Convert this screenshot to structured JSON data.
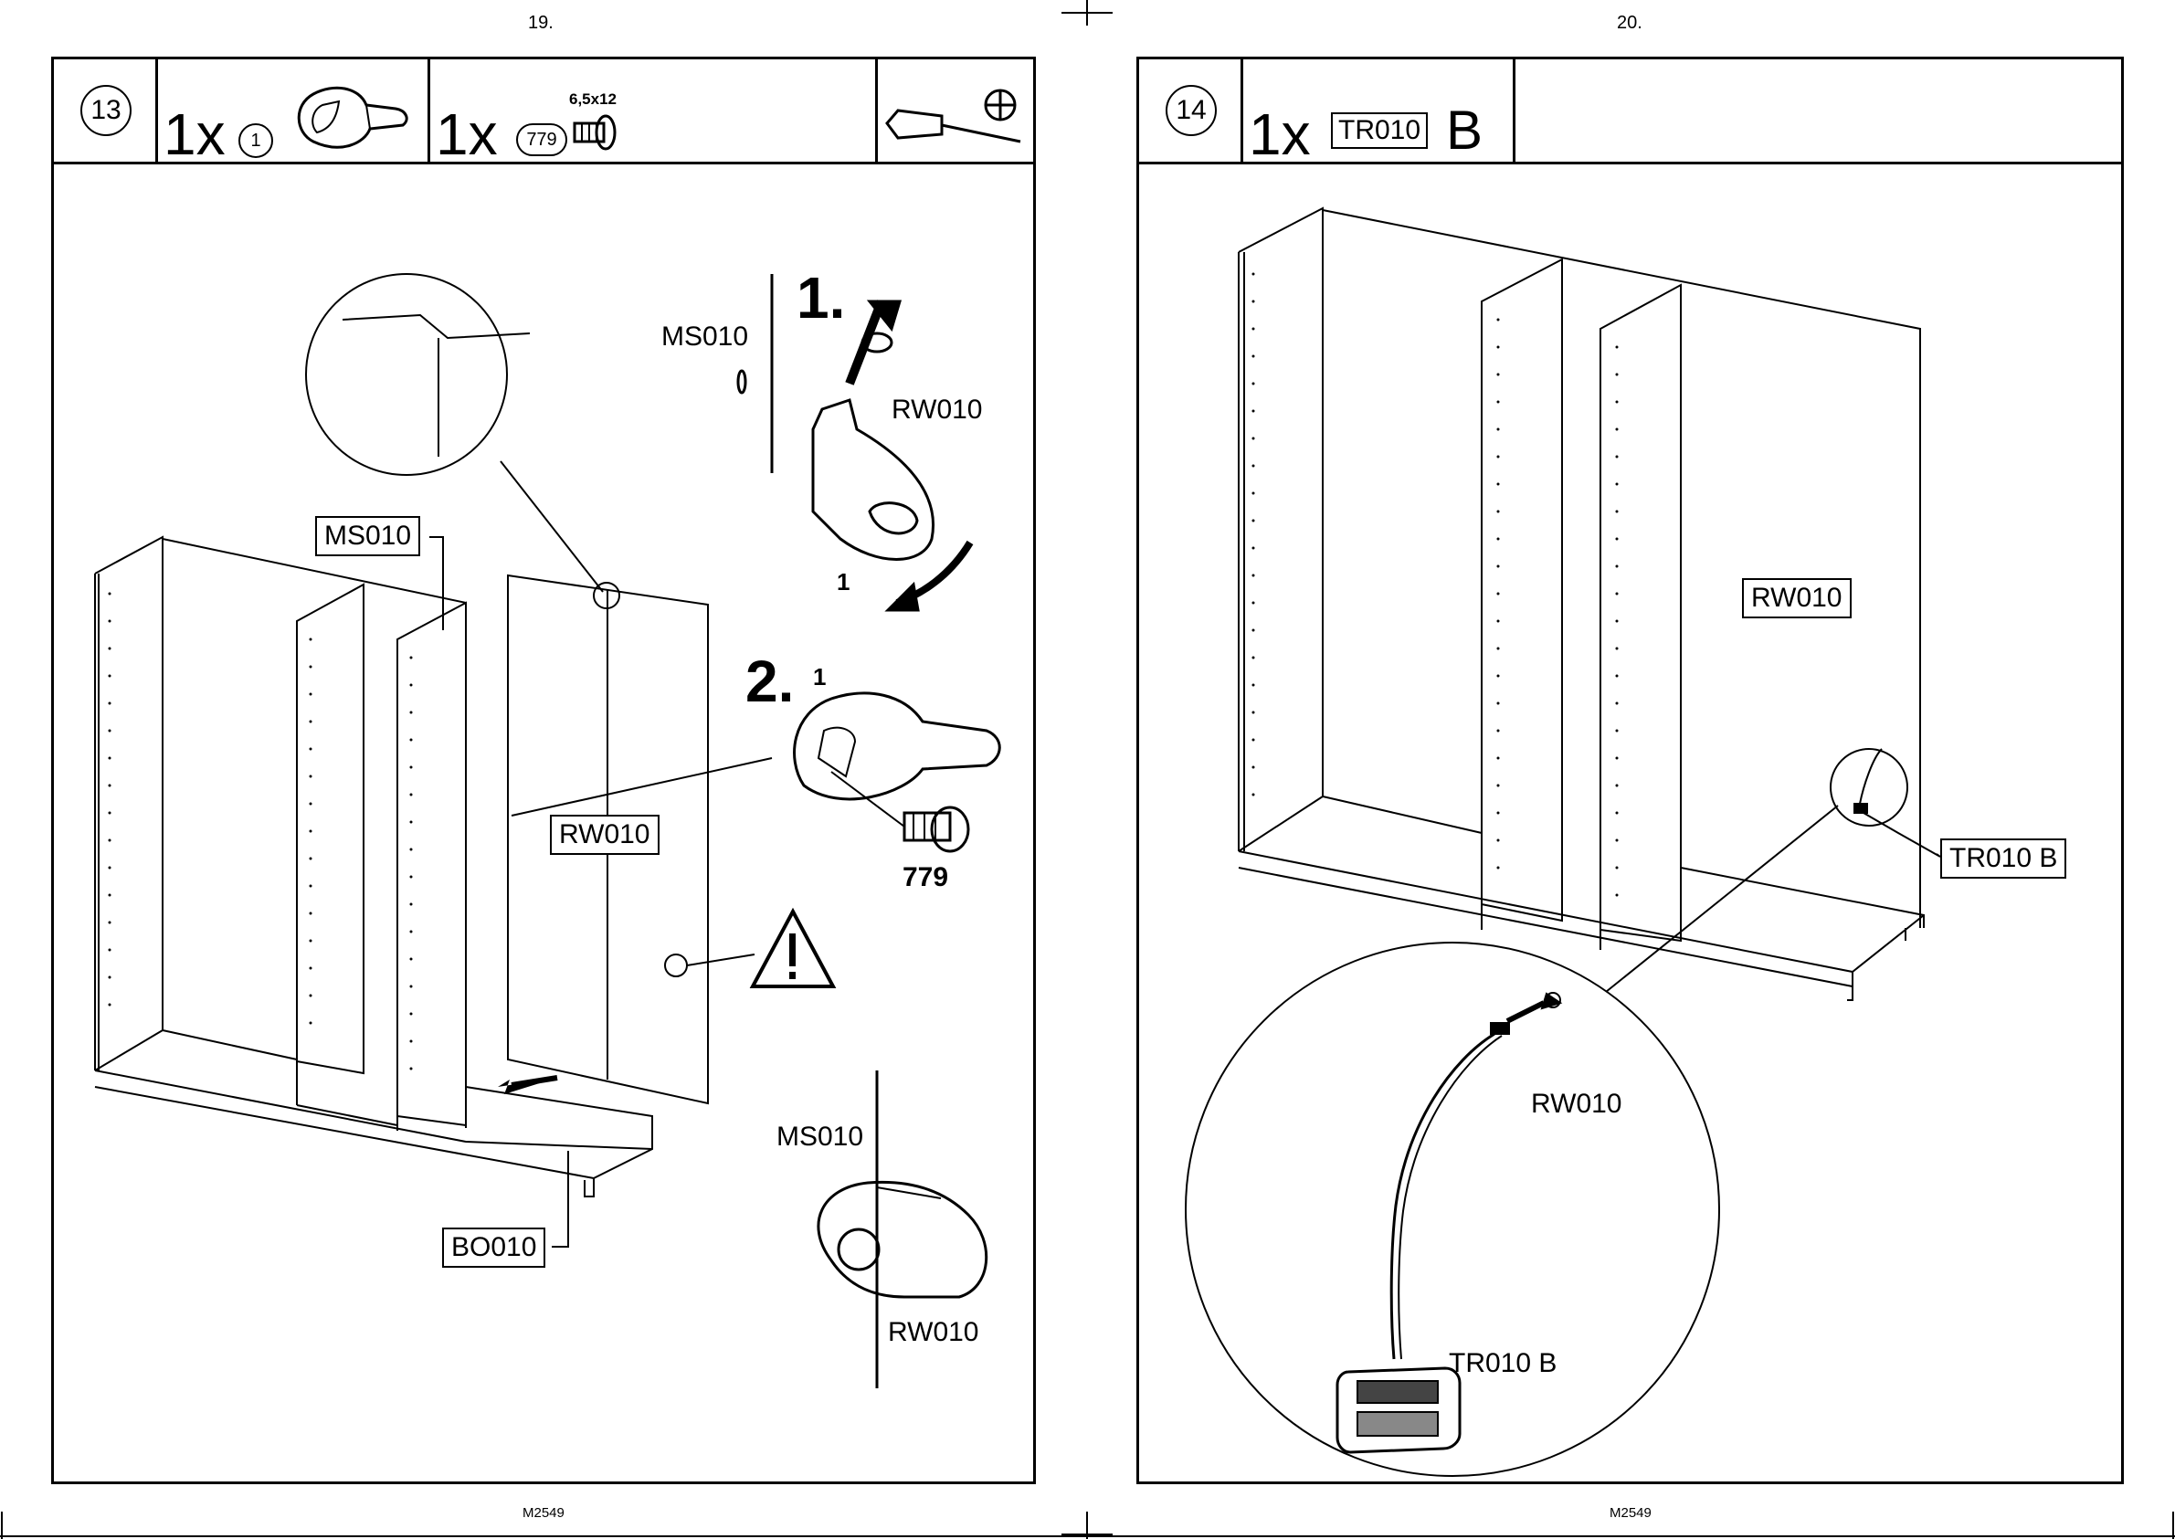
{
  "left_page": {
    "page_number": "19.",
    "footer_code": "M2549",
    "step": {
      "number": "13",
      "parts": [
        {
          "quantity": "1x",
          "part_id": "1"
        },
        {
          "quantity": "1x",
          "part_id": "779",
          "size": "6,5x12"
        }
      ],
      "tool": "screwdriver-phillips"
    },
    "labels": {
      "ms010_top": "MS010",
      "rw010_top": "RW010",
      "sub1_number": "1.",
      "sub1_part": "1",
      "sub2_number": "2.",
      "sub2_part": "1",
      "screw_id": "779",
      "ms010_box": "MS010",
      "rw010_box": "RW010",
      "bo010_box": "BO010",
      "ms010_bottom": "MS010",
      "rw010_bottom": "RW010"
    }
  },
  "right_page": {
    "page_number": "20.",
    "footer_code": "M2549",
    "step": {
      "number": "14",
      "parts": [
        {
          "quantity": "1x",
          "part_id": "TR010",
          "suffix": "B"
        }
      ]
    },
    "labels": {
      "rw010_box": "RW010",
      "tr010b_box": "TR010 B",
      "rw010_detail": "RW010",
      "tr010b_detail": "TR010 B"
    }
  }
}
